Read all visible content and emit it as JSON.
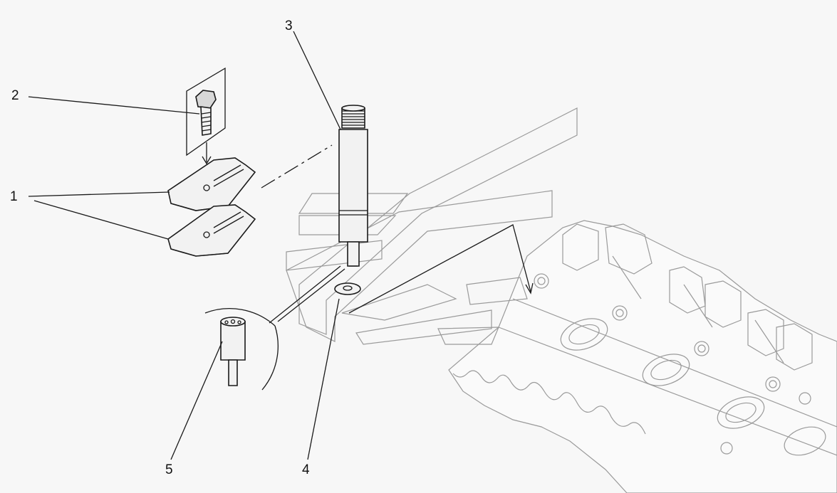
{
  "callouts": [
    {
      "id": "1",
      "label": "1"
    },
    {
      "id": "2",
      "label": "2"
    },
    {
      "id": "3",
      "label": "3"
    },
    {
      "id": "4",
      "label": "4"
    },
    {
      "id": "5",
      "label": "5"
    }
  ],
  "colors": {
    "background": "#f7f7f7",
    "line": "#1a1a1a",
    "faint_line": "#9a9a9a"
  }
}
